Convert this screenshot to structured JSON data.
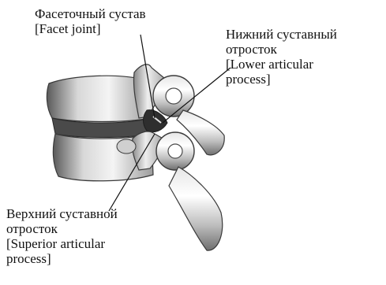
{
  "labels": {
    "facet_joint": {
      "line1": "Фасеточный сустав",
      "line2": "[Facet joint]"
    },
    "lower_articular_process": {
      "line1": "Нижний суставный",
      "line2": "отросток",
      "line3": "[Lower articular",
      "line4": "process]"
    },
    "superior_articular_process": {
      "line1": "Верхний суставной",
      "line2": "отросток",
      "line3": "[Superior articular",
      "line4": "process]"
    }
  }
}
